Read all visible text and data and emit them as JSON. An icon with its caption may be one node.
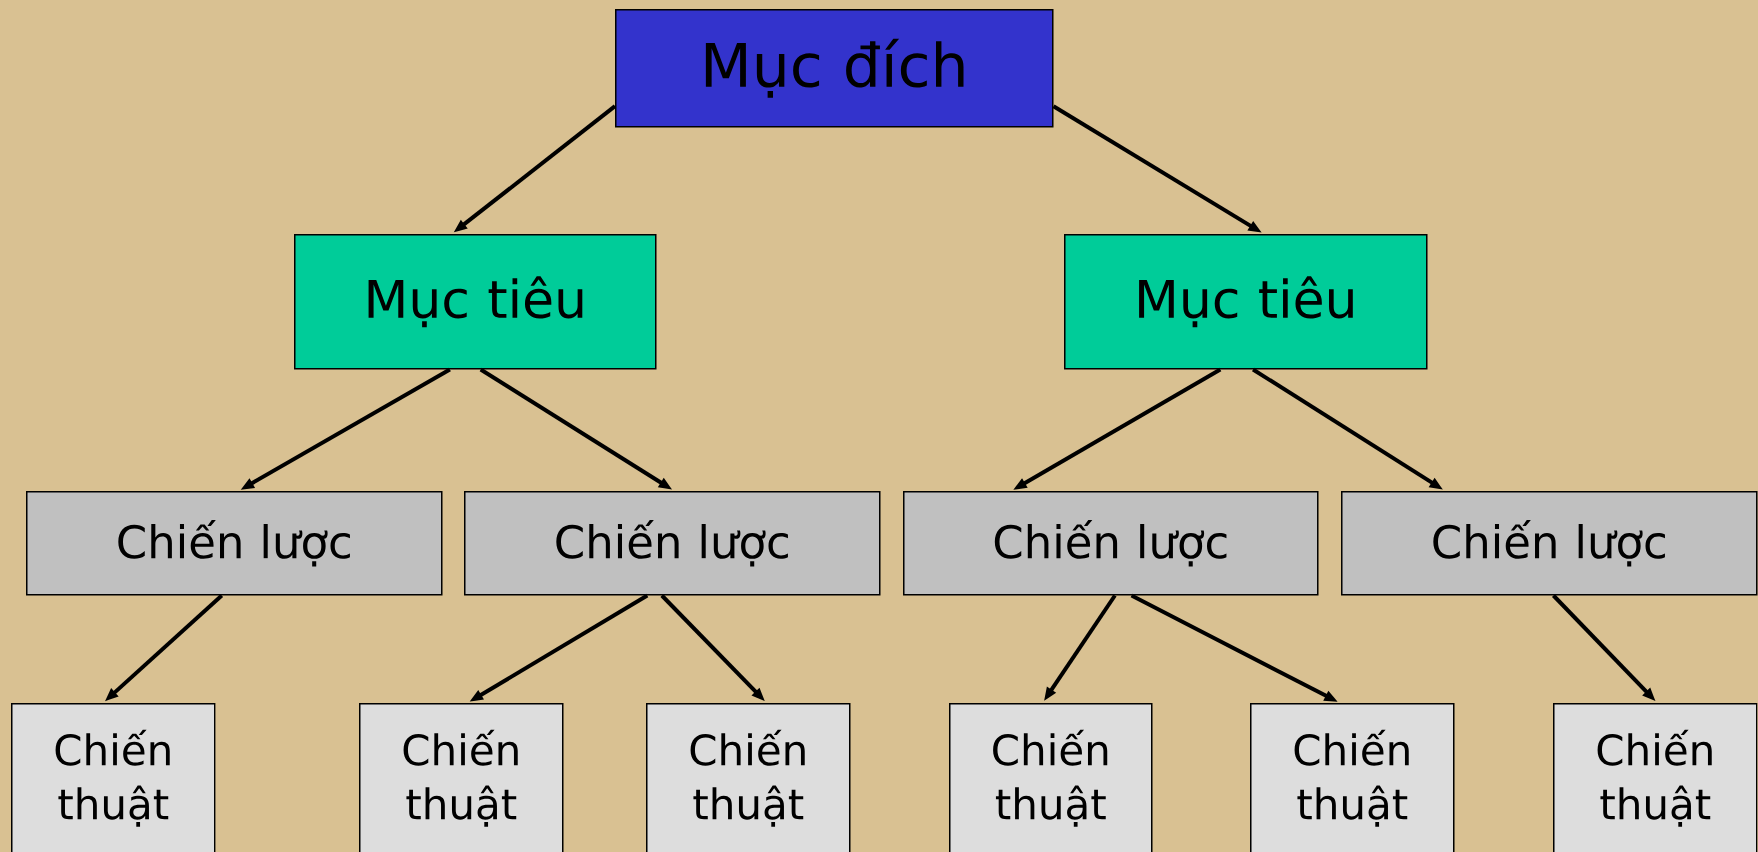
{
  "diagram": {
    "nodes": [
      {
        "text": [
          "Mục đích"
        ]
      },
      {
        "text": [
          "Mục tiêu"
        ]
      },
      {
        "text": [
          "Mục tiêu"
        ]
      },
      {
        "text": [
          "Chiến lược"
        ]
      },
      {
        "text": [
          "Chiến lược"
        ]
      },
      {
        "text": [
          "Chiến lược"
        ]
      },
      {
        "text": [
          "Chiến lược"
        ]
      },
      {
        "text": [
          "Chiến thuật"
        ]
      },
      {
        "text": [
          "Chiến thuật"
        ]
      },
      {
        "text": [
          "Chiến thuật"
        ]
      },
      {
        "text": [
          "Chiến thuật"
        ]
      },
      {
        "text": [
          "Chiến thuật"
        ]
      },
      {
        "text": [
          "Chiến thuật"
        ]
      }
    ],
    "edges": [
      {
        "from": 0,
        "to": 1,
        "arrow": "to"
      },
      {
        "from": 0,
        "to": 2,
        "arrow": "to"
      },
      {
        "from": 1,
        "to": 3,
        "arrow": "to"
      },
      {
        "from": 1,
        "to": 4,
        "arrow": "to"
      },
      {
        "from": 2,
        "to": 5,
        "arrow": "to"
      },
      {
        "from": 2,
        "to": 6,
        "arrow": "to"
      },
      {
        "from": 3,
        "to": 7,
        "arrow": "to"
      },
      {
        "from": 4,
        "to": 8,
        "arrow": "to"
      },
      {
        "from": 4,
        "to": 9,
        "arrow": "to"
      },
      {
        "from": 5,
        "to": 10,
        "arrow": "to"
      },
      {
        "from": 5,
        "to": 11,
        "arrow": "to"
      },
      {
        "from": 6,
        "to": 12,
        "arrow": "to"
      }
    ]
  }
}
